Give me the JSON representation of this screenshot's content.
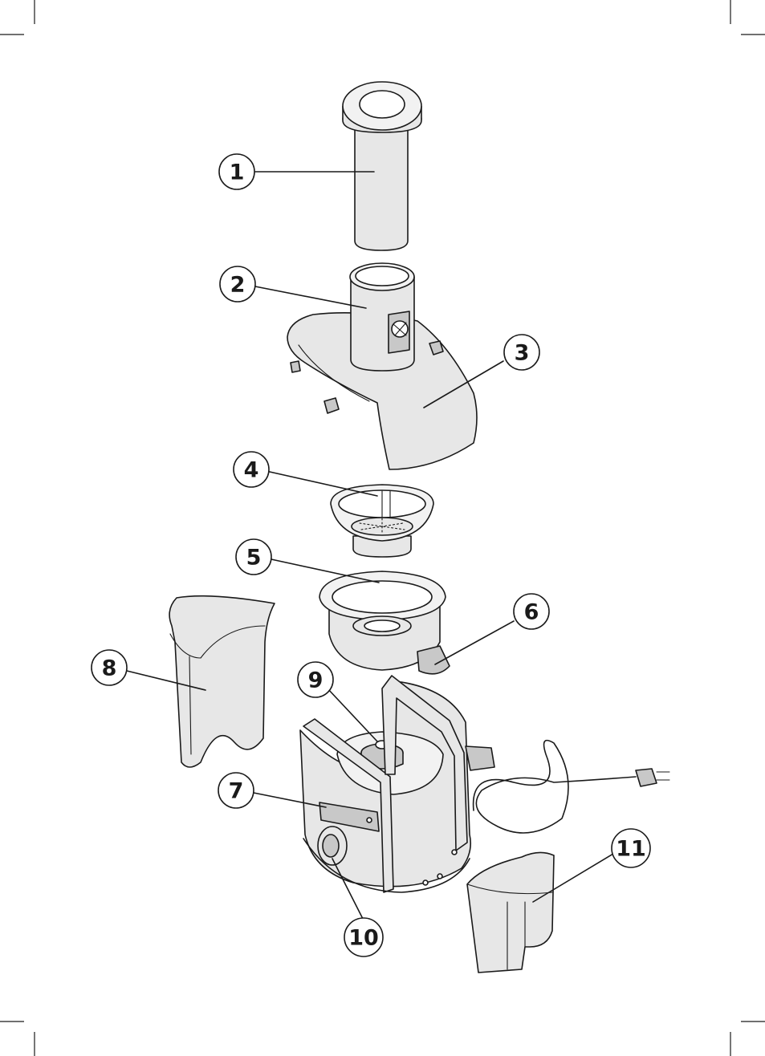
{
  "diagram": {
    "callouts": [
      {
        "id": "c1",
        "label": "1"
      },
      {
        "id": "c2",
        "label": "2"
      },
      {
        "id": "c3",
        "label": "3"
      },
      {
        "id": "c4",
        "label": "4"
      },
      {
        "id": "c5",
        "label": "5"
      },
      {
        "id": "c6",
        "label": "6"
      },
      {
        "id": "c7",
        "label": "7"
      },
      {
        "id": "c8",
        "label": "8"
      },
      {
        "id": "c9",
        "label": "9"
      },
      {
        "id": "c10",
        "label": "10"
      },
      {
        "id": "c11",
        "label": "11"
      }
    ],
    "colors": {
      "line": "#1a1a1a",
      "fill": "#e7e7e7",
      "background": "#ffffff"
    }
  }
}
